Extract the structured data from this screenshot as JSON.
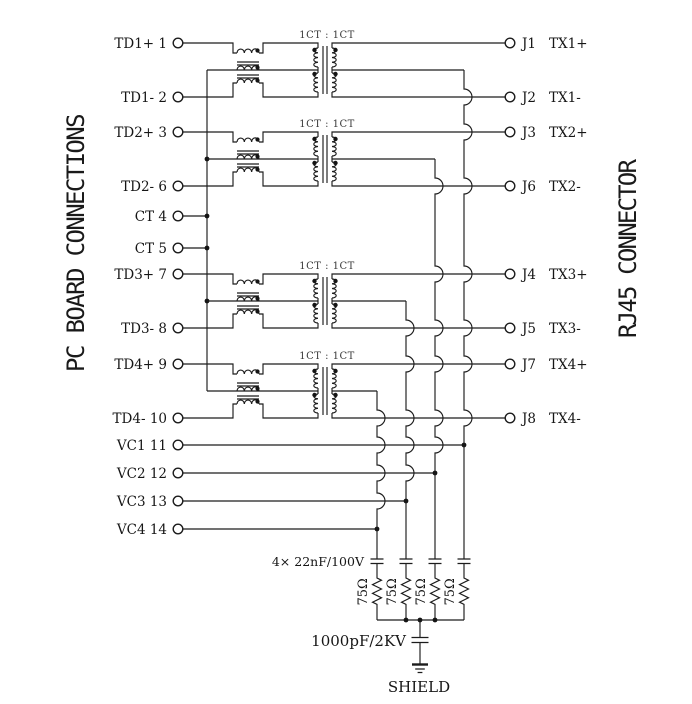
{
  "diagram": {
    "left_title": "PC BOARD CONNECTIONS",
    "right_title": "RJ45 CONNECTOR",
    "transformer_ratio_label": "1CT : 1CT",
    "left_pins": [
      "TD1+ 1",
      "TD1- 2",
      "TD2+ 3",
      "TD2- 6",
      "CT 4",
      "CT 5",
      "TD3+ 7",
      "TD3- 8",
      "TD4+ 9",
      "TD4- 10",
      "VC1 11",
      "VC2 12",
      "VC3 13",
      "VC4 14"
    ],
    "right_pins": [
      {
        "pin": "J1",
        "signal": "TX1+"
      },
      {
        "pin": "J2",
        "signal": "TX1-"
      },
      {
        "pin": "J3",
        "signal": "TX2+"
      },
      {
        "pin": "J6",
        "signal": "TX2-"
      },
      {
        "pin": "J4",
        "signal": "TX3+"
      },
      {
        "pin": "J5",
        "signal": "TX3-"
      },
      {
        "pin": "J7",
        "signal": "TX4+"
      },
      {
        "pin": "J8",
        "signal": "TX4-"
      }
    ],
    "capacitor_array_label": "4× 22nF/100V",
    "termination_resistor_label": "75Ω",
    "shield_capacitor_label": "1000pF/2KV",
    "shield_label": "SHIELD",
    "colors": {
      "line": "#1c1c1c",
      "text": "#161616",
      "background": "#ffffff"
    }
  }
}
